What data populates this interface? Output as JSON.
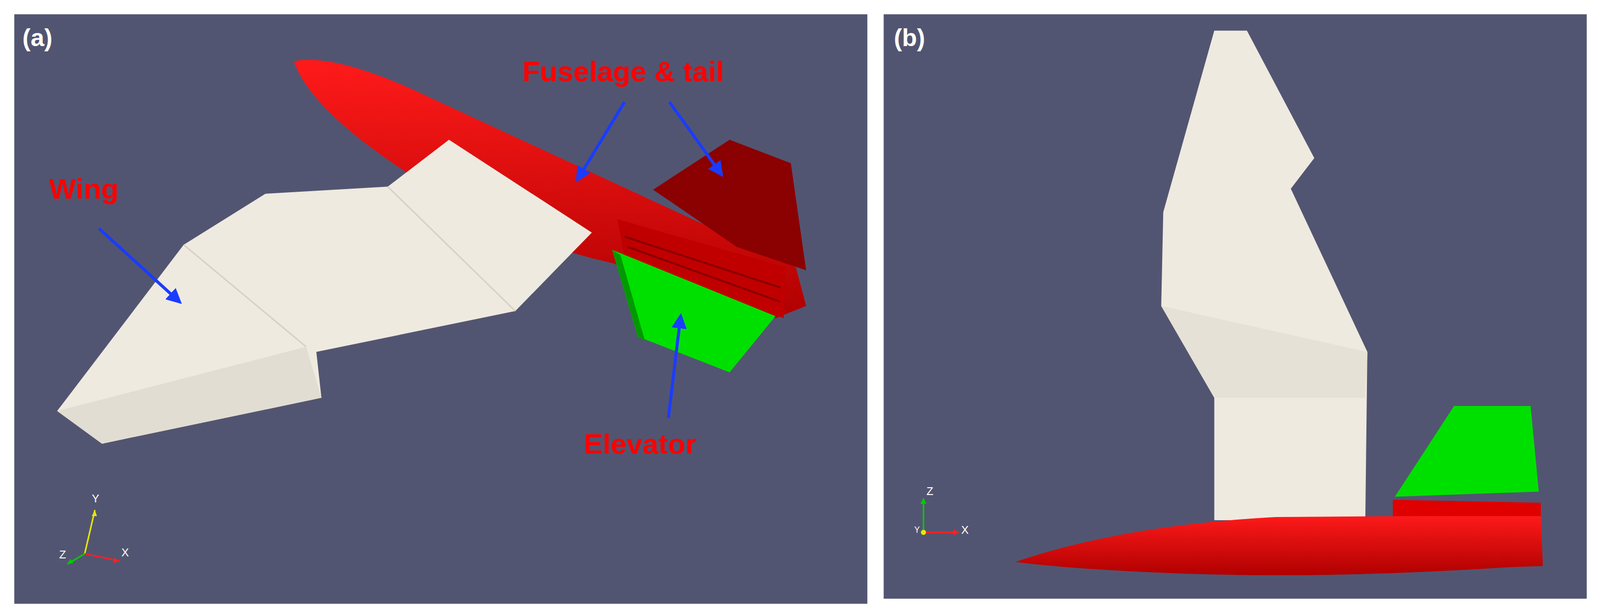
{
  "diagram": {
    "labels": [
      "(a)",
      "Wing",
      "Fuselage & tail",
      "Elevator",
      "Y",
      "Z",
      "X",
      "(b)",
      "Z",
      "Y",
      "X"
    ]
  }
}
